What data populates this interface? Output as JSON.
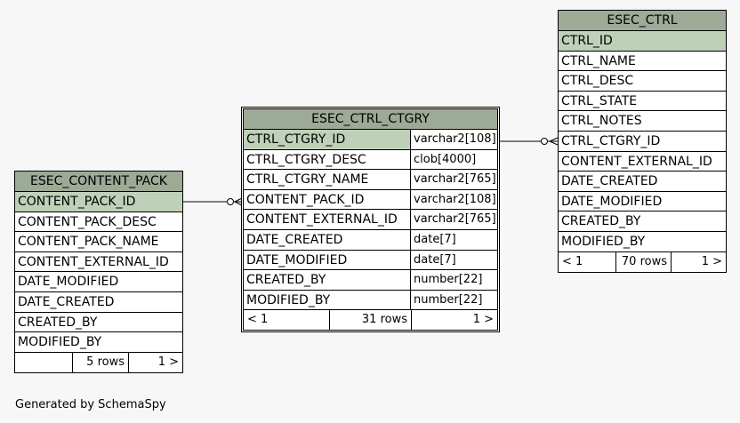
{
  "tables": {
    "content_pack": {
      "title": "ESEC_CONTENT_PACK",
      "columns": [
        "CONTENT_PACK_ID",
        "CONTENT_PACK_DESC",
        "CONTENT_PACK_NAME",
        "CONTENT_EXTERNAL_ID",
        "DATE_MODIFIED",
        "DATE_CREATED",
        "CREATED_BY",
        "MODIFIED_BY"
      ],
      "footer": {
        "left": "",
        "rows": "5 rows",
        "right": "1 >"
      }
    },
    "ctrl_ctgry": {
      "title": "ESEC_CTRL_CTGRY",
      "columns": [
        {
          "name": "CTRL_CTGRY_ID",
          "type": "varchar2[108]"
        },
        {
          "name": "CTRL_CTGRY_DESC",
          "type": "clob[4000]"
        },
        {
          "name": "CTRL_CTGRY_NAME",
          "type": "varchar2[765]"
        },
        {
          "name": "CONTENT_PACK_ID",
          "type": "varchar2[108]"
        },
        {
          "name": "CONTENT_EXTERNAL_ID",
          "type": "varchar2[765]"
        },
        {
          "name": "DATE_CREATED",
          "type": "date[7]"
        },
        {
          "name": "DATE_MODIFIED",
          "type": "date[7]"
        },
        {
          "name": "CREATED_BY",
          "type": "number[22]"
        },
        {
          "name": "MODIFIED_BY",
          "type": "number[22]"
        }
      ],
      "footer": {
        "left": "< 1",
        "rows": "31 rows",
        "right": "1 >"
      }
    },
    "ctrl": {
      "title": "ESEC_CTRL",
      "columns": [
        "CTRL_ID",
        "CTRL_NAME",
        "CTRL_DESC",
        "CTRL_STATE",
        "CTRL_NOTES",
        "CTRL_CTGRY_ID",
        "CONTENT_EXTERNAL_ID",
        "DATE_CREATED",
        "DATE_MODIFIED",
        "CREATED_BY",
        "MODIFIED_BY"
      ],
      "footer": {
        "left": "< 1",
        "rows": "70 rows",
        "right": "1 >"
      }
    }
  },
  "generated_by": "Generated by SchemaSpy"
}
